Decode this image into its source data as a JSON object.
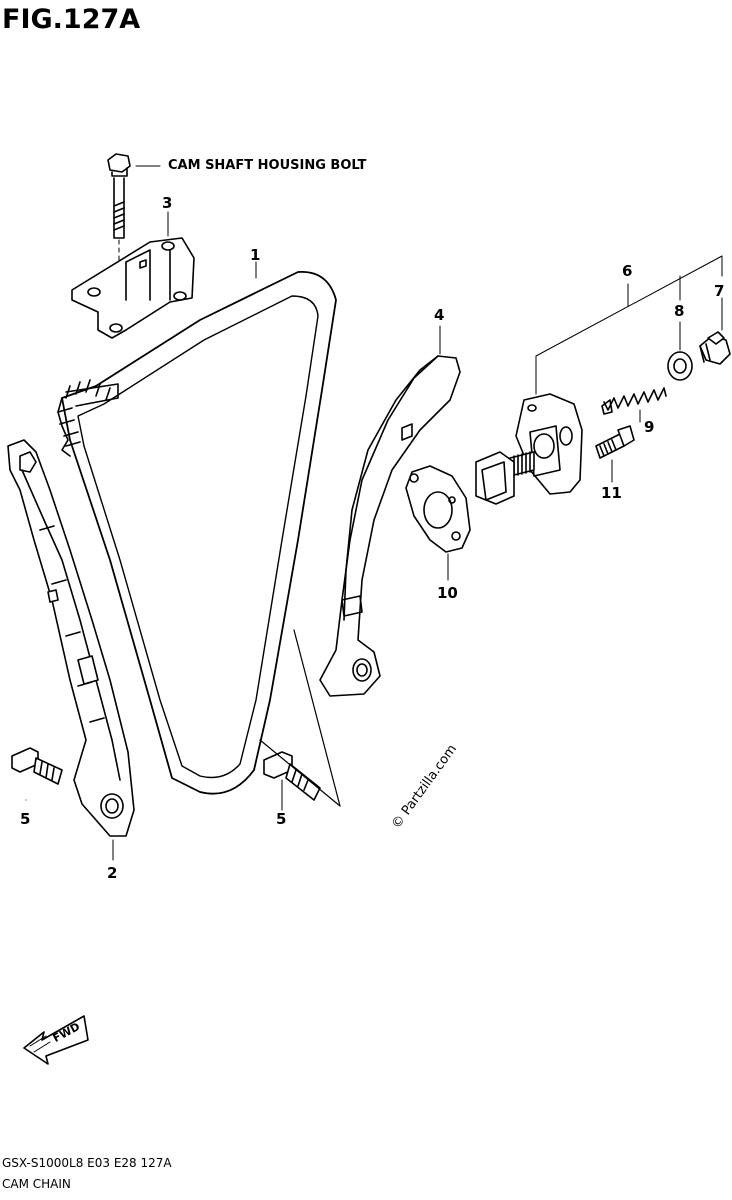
{
  "figure": {
    "title": "FIG.127A"
  },
  "labels": {
    "cam_shaft_housing_bolt": "CAM SHAFT HOUSING BOLT",
    "fwd": "FWD"
  },
  "callouts": [
    {
      "id": "part-1",
      "text": "1"
    },
    {
      "id": "part-2",
      "text": "2"
    },
    {
      "id": "part-3",
      "text": "3"
    },
    {
      "id": "part-4",
      "text": "4"
    },
    {
      "id": "part-5a",
      "text": "5"
    },
    {
      "id": "part-5b",
      "text": "5"
    },
    {
      "id": "part-6",
      "text": "6"
    },
    {
      "id": "part-7",
      "text": "7"
    },
    {
      "id": "part-8",
      "text": "8"
    },
    {
      "id": "part-9",
      "text": "9"
    },
    {
      "id": "part-10",
      "text": "10"
    },
    {
      "id": "part-11",
      "text": "11"
    }
  ],
  "footer": {
    "model_code": "GSX-S1000L8  E03  E28  127A",
    "section_name": "CAM CHAIN"
  },
  "watermark": "© Partzilla.com"
}
